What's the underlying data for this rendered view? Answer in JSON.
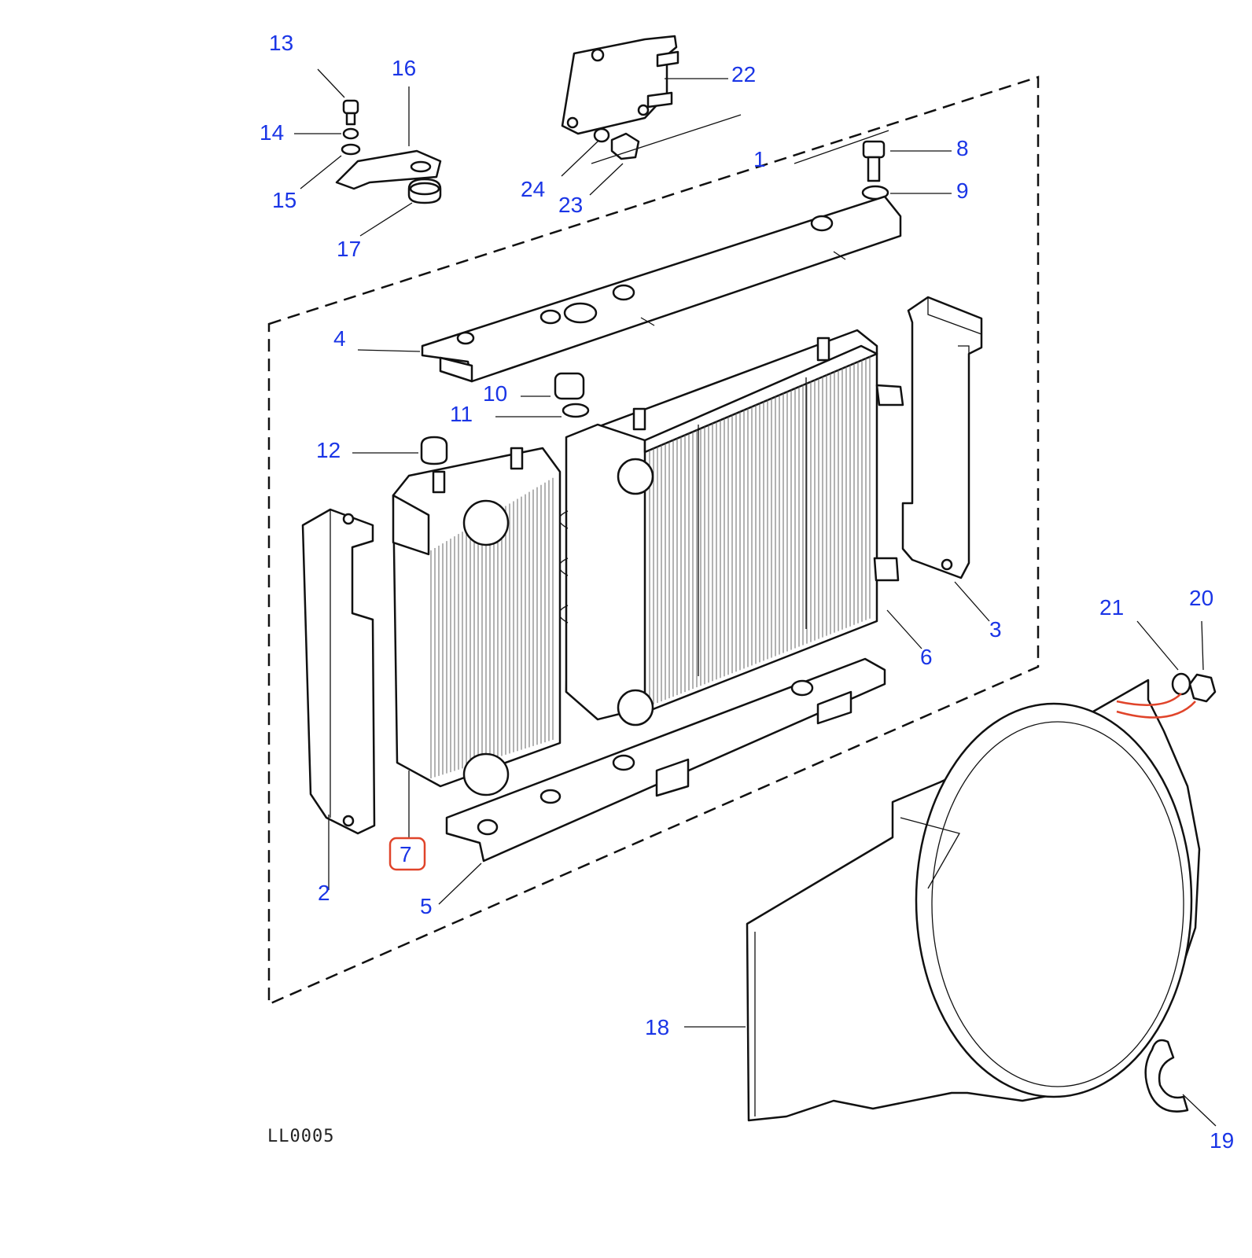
{
  "callouts": {
    "c1": "1",
    "c2": "2",
    "c3": "3",
    "c4": "4",
    "c5": "5",
    "c6": "6",
    "c7": "7",
    "c8": "8",
    "c9": "9",
    "c10": "10",
    "c11": "11",
    "c12": "12",
    "c13": "13",
    "c14": "14",
    "c15": "15",
    "c16": "16",
    "c17": "17",
    "c18": "18",
    "c19": "19",
    "c20": "20",
    "c21": "21",
    "c22": "22",
    "c23": "23",
    "c24": "24"
  },
  "reference_code": "LL0005",
  "highlighted_callout": "7",
  "colors": {
    "label": "#1a35e6",
    "highlight": "#e0442a",
    "line": "#111111"
  }
}
